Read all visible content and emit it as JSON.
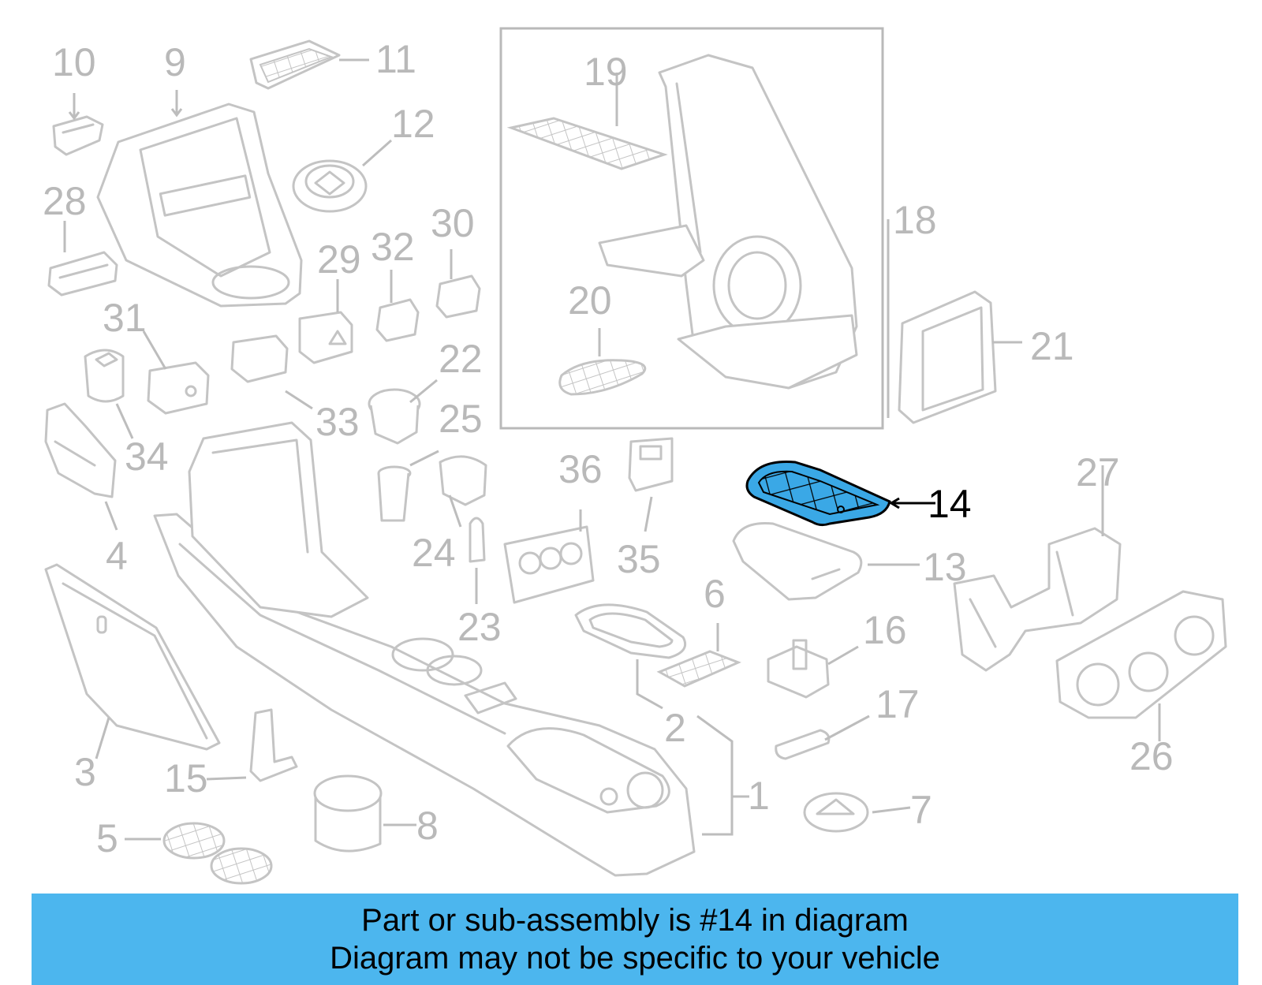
{
  "diagram": {
    "highlighted_part": "14",
    "highlight_color": "#3aa8e6",
    "banner_color": "#4cb6ee",
    "callouts": {
      "c1": "1",
      "c2": "2",
      "c3": "3",
      "c4": "4",
      "c5": "5",
      "c6": "6",
      "c7": "7",
      "c8": "8",
      "c9": "9",
      "c10": "10",
      "c11": "11",
      "c12": "12",
      "c13": "13",
      "c14": "14",
      "c15": "15",
      "c16": "16",
      "c17": "17",
      "c18": "18",
      "c19": "19",
      "c20": "20",
      "c21": "21",
      "c22": "22",
      "c23": "23",
      "c24": "24",
      "c25": "25",
      "c26": "26",
      "c27": "27",
      "c28": "28",
      "c29": "29",
      "c30": "30",
      "c31": "31",
      "c32": "32",
      "c33": "33",
      "c34": "34",
      "c35": "35",
      "c36": "36"
    }
  },
  "banner": {
    "line1": "Part or sub-assembly is #14 in diagram",
    "line2": "Diagram may not be specific to your vehicle"
  }
}
